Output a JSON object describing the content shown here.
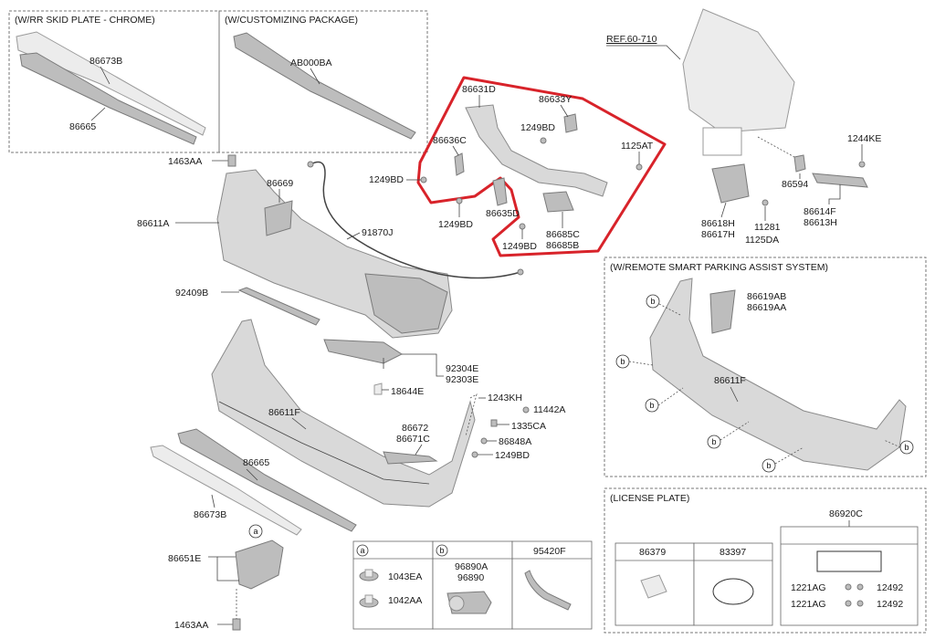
{
  "panels": {
    "skid_chrome": "(W/RR SKID PLATE - CHROME)",
    "customizing": "(W/CUSTOMIZING PACKAGE)",
    "parking_assist": "(W/REMOTE SMART PARKING ASSIST SYSTEM)",
    "license_plate": "(LICENSE PLATE)"
  },
  "callouts": {
    "ref": "REF.60-710",
    "p86673B_top": "86673B",
    "p86665_top": "86665",
    "pAB000BA": "AB000BA",
    "p1463AA_top": "1463AA",
    "p86611A": "86611A",
    "p86669": "86669",
    "p91870J": "91870J",
    "p92409B": "92409B",
    "p92304E": "92304E",
    "p92303E": "92303E",
    "p18644E": "18644E",
    "p86611F": "86611F",
    "p86665_bot": "86665",
    "p86673B_bot": "86673B",
    "p86651E": "86651E",
    "p1463AA_bot": "1463AA",
    "p86631D": "86631D",
    "p86633Y": "86633Y",
    "p86636C": "86636C",
    "p1249BD_a": "1249BD",
    "p1249BD_b": "1249BD",
    "p1249BD_c": "1249BD",
    "p1249BD_d": "1249BD",
    "p1249BD_e": "1249BD",
    "p1125AT": "1125AT",
    "p86635D": "86635D",
    "p86685C": "86685C",
    "p86685B": "86685B",
    "p1244KE": "1244KE",
    "p86594": "86594",
    "p86614F": "86614F",
    "p86613H": "86613H",
    "p86618H": "86618H",
    "p86617H": "86617H",
    "p11281": "11281",
    "p1125DA": "1125DA",
    "p1243KH": "1243KH",
    "p11442A": "11442A",
    "p1335CA": "1335CA",
    "p86672": "86672",
    "p86671C": "86671C",
    "p86848A": "86848A",
    "p86619AB": "86619AB",
    "p86619AA": "86619AA",
    "p86611F_r": "86611F",
    "p86920C": "86920C",
    "p86379": "86379",
    "p83397": "83397",
    "p1221AG_a": "1221AG",
    "p1221AG_b": "1221AG",
    "p12492_a": "12492",
    "p12492_b": "12492"
  },
  "markers": {
    "a": "a",
    "b": "b"
  },
  "table": {
    "col_a": "a",
    "col_b": "b",
    "col_c": "95420F",
    "a_item1": "1043EA",
    "a_item2": "1042AA",
    "b_item1": "96890A",
    "b_item2": "96890"
  },
  "colors": {
    "highlight": "#d8232a",
    "part_fill": "#d9d9d9"
  }
}
